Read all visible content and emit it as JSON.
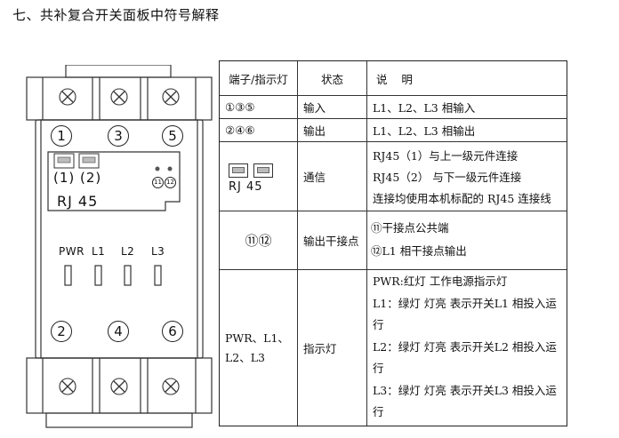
{
  "heading": "七、共补复合开关面板中符号解释",
  "device": {
    "top_terminals": [
      "1",
      "3",
      "5"
    ],
    "bottom_terminals": [
      "2",
      "4",
      "6"
    ],
    "rj_ports": [
      "(1)",
      "(2)"
    ],
    "rj_label": "RJ 45",
    "small_terminals": [
      "11",
      "12"
    ],
    "leds": [
      "PWR",
      "L1",
      "L2",
      "L3"
    ]
  },
  "table": {
    "headers": [
      "端子/指示灯",
      "状态",
      "说    明"
    ],
    "rows": [
      {
        "terminal": "①③⑤",
        "status": "输入",
        "desc": [
          "L1、L2、L3 相输入"
        ]
      },
      {
        "terminal": "②④⑥",
        "status": "输出",
        "desc": [
          "L1、L2、L3 相输出"
        ]
      },
      {
        "terminal": "RJ 45",
        "status": "通信",
        "desc": [
          "RJ45（1）与上一级元件连接",
          "RJ45（2） 与下一级元件连接",
          "连接均使用本机标配的 RJ45 连接线"
        ]
      },
      {
        "terminal": "⑪⑫",
        "status": "输出干接点",
        "desc": [
          "⑪干接点公共端",
          "⑫L1 相干接点输出"
        ]
      },
      {
        "terminal": "PWR、L1、L2、L3",
        "status": "指示灯",
        "desc": [
          "PWR:红灯 工作电源指示灯",
          "L1：绿灯 灯亮  表示开关L1 相投入运行",
          "L2：绿灯 灯亮  表示开关L2 相投入运行",
          "L3：绿灯 灯亮  表示开关L3 相投入运行"
        ]
      }
    ]
  }
}
